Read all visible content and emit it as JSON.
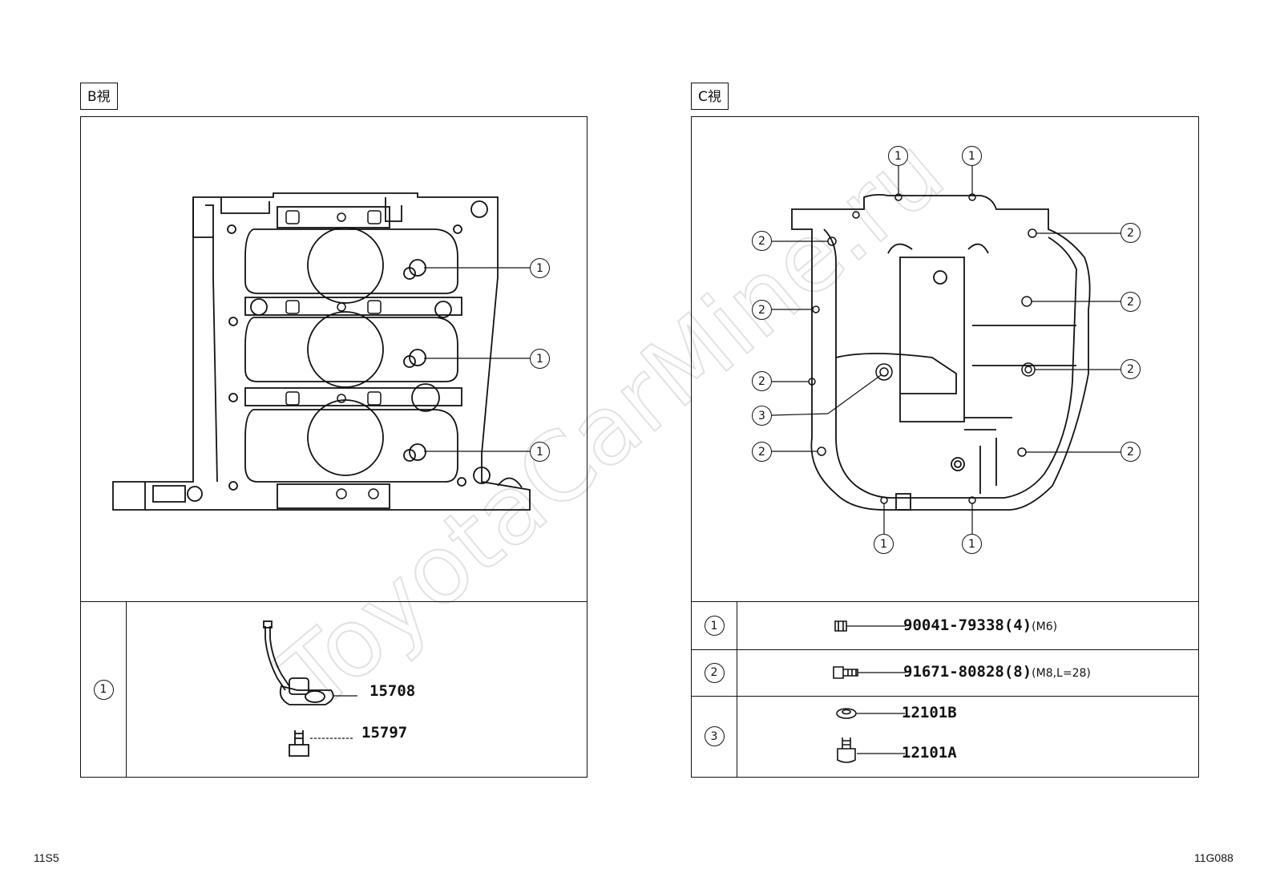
{
  "watermark": "ToyotaCarMine.ru",
  "views": {
    "left": {
      "label": "B視",
      "callouts": [
        "1",
        "1",
        "1"
      ],
      "legend": [
        {
          "num": "1",
          "parts": [
            "15708",
            "15797"
          ]
        }
      ]
    },
    "right": {
      "label": "C視",
      "callouts": {
        "top": [
          "1",
          "1"
        ],
        "left": [
          "2",
          "2",
          "2",
          "3",
          "2"
        ],
        "right": [
          "2",
          "2",
          "2",
          "2"
        ],
        "bottom": [
          "1",
          "1"
        ]
      },
      "legend": [
        {
          "num": "1",
          "part": "90041-79338(4)",
          "spec": "(M6)"
        },
        {
          "num": "2",
          "part": "91671-80828(8)",
          "spec": "(M8,L=28)"
        },
        {
          "num": "3",
          "parts": [
            "12101B",
            "12101A"
          ]
        }
      ]
    }
  },
  "footer": {
    "left": "11S5",
    "right": "11G088"
  }
}
